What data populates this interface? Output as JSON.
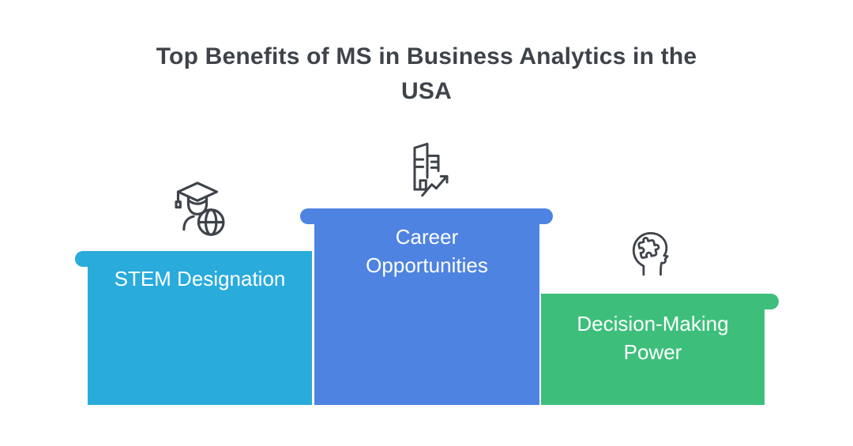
{
  "title": {
    "text": "Top Benefits of MS in Business Analytics in the USA",
    "lines": [
      "Top Benefits of MS in Business Analytics in the",
      "USA"
    ]
  },
  "colors": {
    "background": "#FFFFFF",
    "title_text": "#3E434A",
    "icon_stroke": "#3E434A",
    "label_text": "#FFFFFF",
    "stem_bar": "#29ABDB",
    "career_bar": "#4E83E1",
    "decision_bar": "#3DBF7B"
  },
  "podium": {
    "items": [
      {
        "label": "STEM Designation",
        "lines": [
          "STEM Designation"
        ],
        "color": "#29ABDB",
        "icon": "graduate-globe-icon",
        "position": "left",
        "height_rank": 2
      },
      {
        "label": "Career Opportunities",
        "lines": [
          "Career",
          "Opportunities"
        ],
        "color": "#4E83E1",
        "icon": "building-growth-icon",
        "position": "center",
        "height_rank": 1
      },
      {
        "label": "Decision-Making Power",
        "lines": [
          "Decision-Making",
          "Power"
        ],
        "color": "#3DBF7B",
        "icon": "head-puzzle-icon",
        "position": "right",
        "height_rank": 3
      }
    ]
  }
}
